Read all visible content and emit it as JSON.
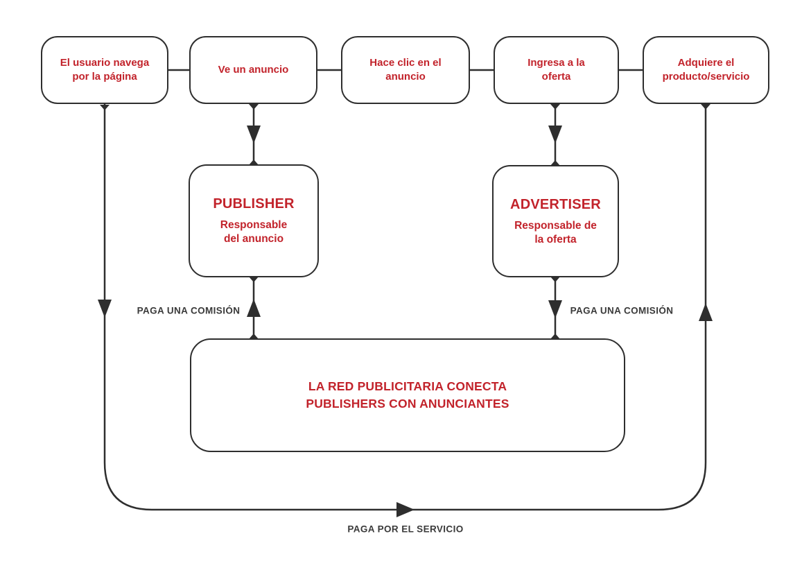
{
  "diagram": {
    "type": "flowchart",
    "language": "es",
    "colors": {
      "accent_red": "#C2232B",
      "line": "#2E2E2E",
      "edge_label": "#3A3A3A",
      "background": "#FFFFFF"
    },
    "flow_steps": [
      {
        "label": "El usuario navega por la página"
      },
      {
        "label": "Ve un anuncio"
      },
      {
        "label": "Hace clic en el anuncio"
      },
      {
        "label": "Ingresa a la oferta"
      },
      {
        "label": "Adquiere el producto/servicio"
      }
    ],
    "actors": {
      "publisher": {
        "title": "PUBLISHER",
        "subtitle": "Responsable del anuncio"
      },
      "advertiser": {
        "title": "ADVERTISER",
        "subtitle": "Responsable de la oferta"
      }
    },
    "network": {
      "label": "LA RED PUBLICITARIA CONECTA PUBLISHERS CON ANUNCIANTES"
    },
    "edge_labels": {
      "commission_left": "PAGA UNA COMISIÓN",
      "commission_right": "PAGA UNA COMISIÓN",
      "service": "PAGA POR EL SERVICIO"
    }
  }
}
